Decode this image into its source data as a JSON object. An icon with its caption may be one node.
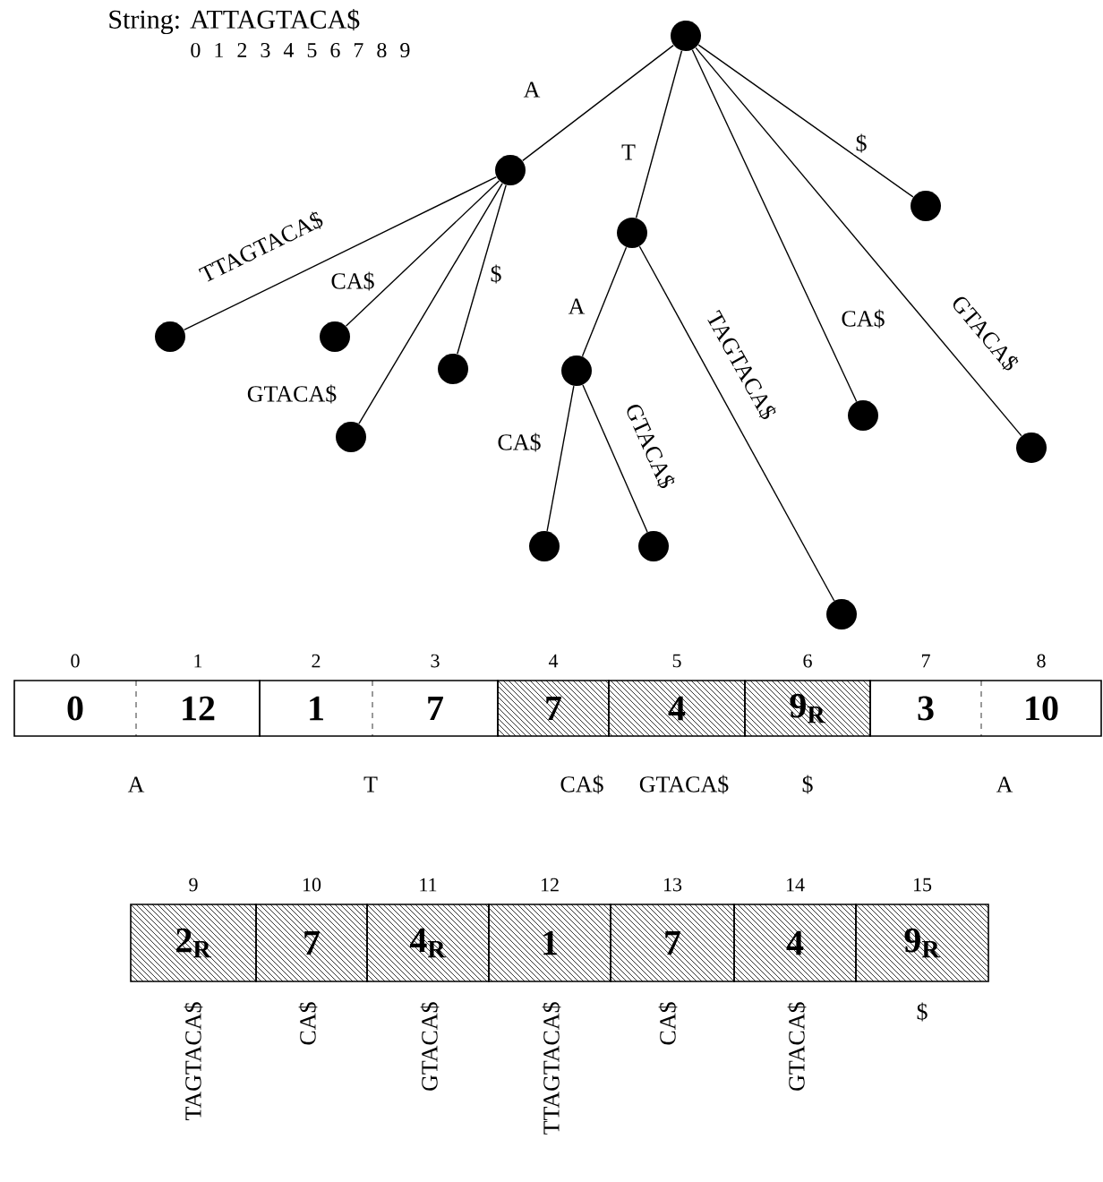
{
  "diagram": {
    "title": "String: ATTAGTACA$",
    "nodes": [
      {
        "text": [],
        "shape": "circle"
      },
      {
        "text": [],
        "shape": "circle"
      },
      {
        "text": [],
        "shape": "circle"
      },
      {
        "text": [],
        "shape": "circle"
      },
      {
        "text": [],
        "shape": "circle"
      },
      {
        "text": [],
        "shape": "circle"
      },
      {
        "text": [],
        "shape": "circle"
      },
      {
        "text": [],
        "shape": "circle"
      },
      {
        "text": [],
        "shape": "circle"
      },
      {
        "text": [],
        "shape": "circle"
      },
      {
        "text": [],
        "shape": "circle"
      },
      {
        "text": [],
        "shape": "circle"
      },
      {
        "text": [],
        "shape": "circle"
      },
      {
        "text": [],
        "shape": "circle"
      },
      {
        "text": [
          "0"
        ],
        "beside": [
          "0"
        ]
      },
      {
        "text": [
          "12"
        ],
        "beside": [
          "1"
        ]
      },
      {
        "text": [
          "1"
        ],
        "beside": [
          "2"
        ]
      },
      {
        "text": [
          "7"
        ],
        "beside": [
          "3"
        ]
      },
      {
        "text": [
          "7"
        ],
        "beside": [
          "4"
        ]
      },
      {
        "text": [
          "4"
        ],
        "beside": [
          "5"
        ]
      },
      {
        "text": [
          "9$_{R}$"
        ],
        "beside": [
          "6"
        ]
      },
      {
        "text": [
          "3"
        ],
        "beside": [
          "7"
        ]
      },
      {
        "text": [
          "10"
        ],
        "beside": [
          "8"
        ]
      },
      {
        "text": [
          "2$_{R}$"
        ],
        "beside": [
          "9"
        ]
      },
      {
        "text": [
          "7"
        ],
        "beside": [
          "10"
        ]
      },
      {
        "text": [
          "4$_{R}$"
        ],
        "beside": [
          "11"
        ]
      },
      {
        "text": [
          "1"
        ],
        "beside": [
          "12"
        ]
      },
      {
        "text": [
          "7"
        ],
        "beside": [
          "13"
        ]
      },
      {
        "text": [
          "4"
        ],
        "beside": [
          "14"
        ]
      },
      {
        "text": [
          "9$_{R}$"
        ],
        "beside": [
          "15"
        ]
      }
    ],
    "edges": [
      {
        "from": 0,
        "to": 1,
        "arrow": "none",
        "label": "A"
      },
      {
        "from": 0,
        "to": 2,
        "arrow": "none",
        "label": "T"
      },
      {
        "from": 0,
        "to": 3,
        "arrow": "none",
        "label": "$"
      },
      {
        "from": 0,
        "to": 12,
        "arrow": "none",
        "label": "CA$"
      },
      {
        "from": 0,
        "to": 13,
        "arrow": "none",
        "label": "GTACA$"
      },
      {
        "from": 1,
        "to": 4,
        "arrow": "none",
        "label": "TTAGTACA$"
      },
      {
        "from": 1,
        "to": 5,
        "arrow": "none",
        "label": "CA$"
      },
      {
        "from": 1,
        "to": 6,
        "arrow": "none",
        "label": "$"
      },
      {
        "from": 1,
        "to": 7,
        "arrow": "none",
        "label": "GTACA$"
      },
      {
        "from": 2,
        "to": 8,
        "arrow": "none",
        "label": "A"
      },
      {
        "from": 2,
        "to": 11,
        "arrow": "none",
        "label": "TAGTACA$"
      },
      {
        "from": 8,
        "to": 9,
        "arrow": "none",
        "label": "CA$"
      },
      {
        "from": 8,
        "to": 10,
        "arrow": "none",
        "label": "GTACA$"
      }
    ],
    "labels": [
      "0 1 2 3 4 5 6 7 8 9",
      "A",
      "T",
      "CA$",
      "GTACA$",
      "$",
      "A",
      "TAGTACA$",
      "CA$",
      "GTACA$",
      "TTAGTACA$",
      "CA$",
      "GTACA$",
      "$"
    ]
  }
}
